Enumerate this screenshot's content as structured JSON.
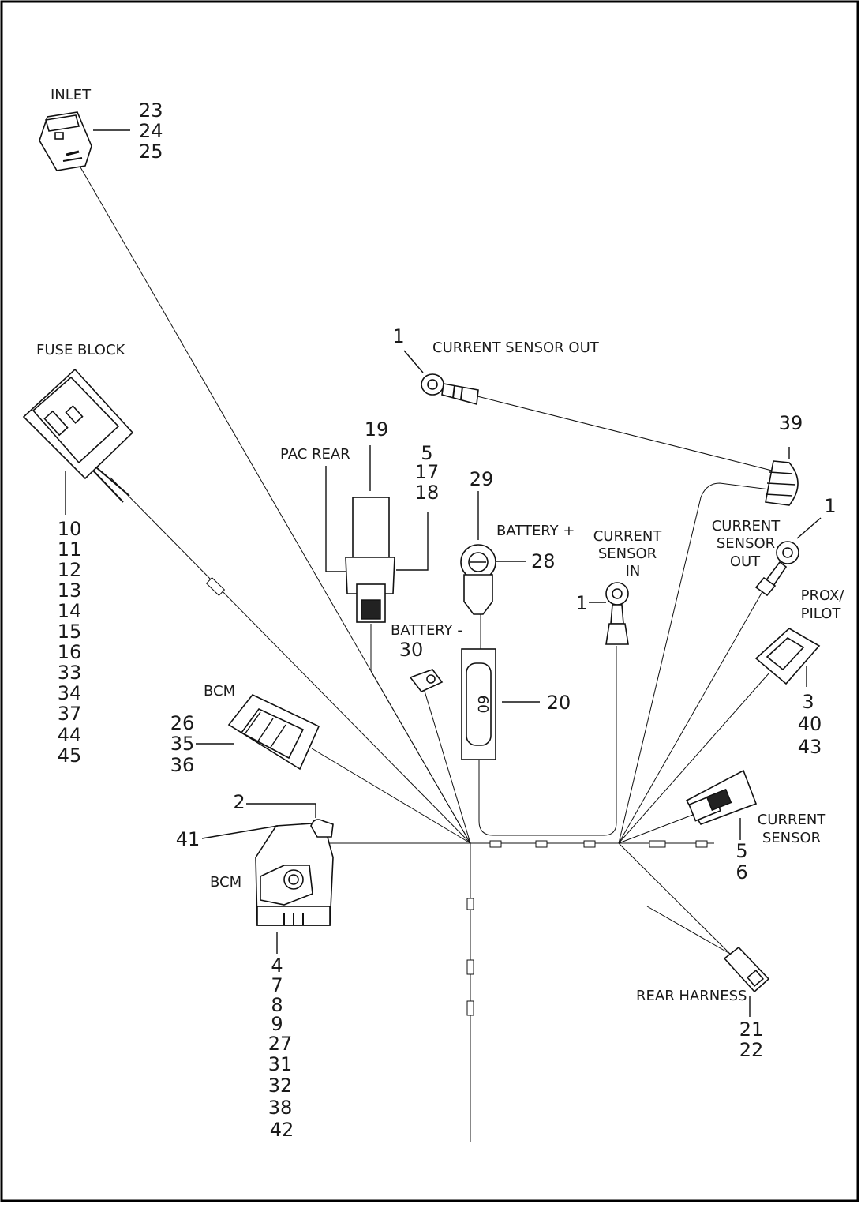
{
  "callouts": {
    "inlet": {
      "label": "INLET",
      "nums": [
        "23",
        "24",
        "25"
      ]
    },
    "fuse_block": {
      "label": "FUSE BLOCK",
      "nums": [
        "10",
        "11",
        "12",
        "13",
        "14",
        "15",
        "16",
        "33",
        "34",
        "37",
        "44",
        "45"
      ]
    },
    "current_sensor_out_top": {
      "num": "1",
      "label": "CURRENT SENSOR OUT"
    },
    "pac_rear": {
      "label": "PAC REAR",
      "num_top": "19",
      "nums_right": [
        "5",
        "17",
        "18"
      ]
    },
    "battery_pos": {
      "num_top": "29",
      "label": "BATTERY +",
      "num_right": "28"
    },
    "current_sensor_in": {
      "lines": [
        "CURRENT",
        "SENSOR",
        "IN"
      ],
      "num": "1"
    },
    "current_sensor_out_right": {
      "lines": [
        "CURRENT",
        "SENSOR",
        "OUT"
      ],
      "num": "1"
    },
    "item39": {
      "num": "39"
    },
    "prox_pilot": {
      "lines": [
        "PROX/",
        "PILOT"
      ],
      "nums": [
        "3",
        "40",
        "43"
      ]
    },
    "battery_neg": {
      "label": "BATTERY -",
      "num": "30"
    },
    "fuse_holder": {
      "num": "20",
      "fuse_text": "60"
    },
    "bcm_upper": {
      "label": "BCM",
      "nums": [
        "26",
        "35",
        "36"
      ]
    },
    "bcm_lower": {
      "label": "BCM",
      "num_top": "2",
      "num_left": "41",
      "nums": [
        "4",
        "7",
        "8",
        "9",
        "27",
        "31",
        "32",
        "38",
        "42"
      ]
    },
    "current_sensor": {
      "lines": [
        "CURRENT",
        "SENSOR"
      ],
      "nums": [
        "5",
        "6"
      ]
    },
    "rear_harness": {
      "label": "REAR HARNESS",
      "nums": [
        "21",
        "22"
      ]
    }
  }
}
